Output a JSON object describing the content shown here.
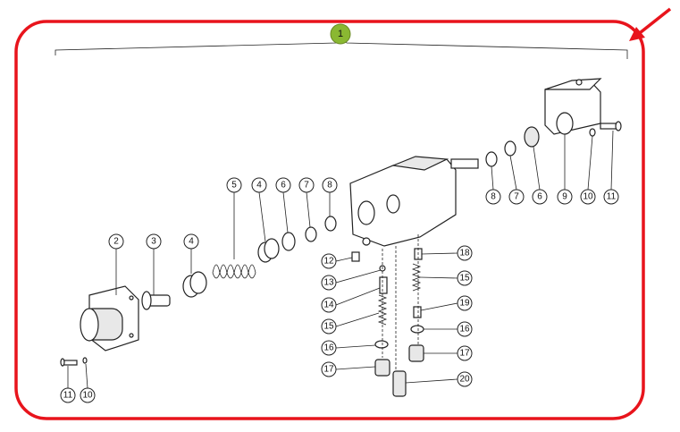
{
  "diagram": {
    "assembly_label": "1",
    "highlight_color": "#e8141c",
    "assembly_badge_color": "#8ab832",
    "callouts": [
      "2",
      "3",
      "4",
      "5",
      "4",
      "6",
      "7",
      "8",
      "8",
      "7",
      "6",
      "9",
      "10",
      "11",
      "11",
      "10",
      "12",
      "13",
      "14",
      "15",
      "16",
      "17",
      "18",
      "15",
      "19",
      "16",
      "17",
      "20"
    ]
  }
}
